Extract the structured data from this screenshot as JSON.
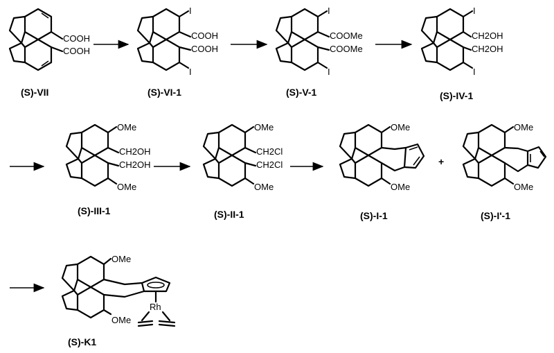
{
  "compounds": [
    {
      "label": "(S)-VII",
      "top": "COOH",
      "bottom": "COOH",
      "substituent": ""
    },
    {
      "label": "(S)-VI-1",
      "top": "COOH",
      "bottom": "COOH",
      "substituent": "I"
    },
    {
      "label": "(S)-V-1",
      "top": "COOMe",
      "bottom": "COOMe",
      "substituent": "I"
    },
    {
      "label": "(S)-IV-1",
      "top": "CH2OH",
      "bottom": "CH2OH",
      "substituent": "I"
    },
    {
      "label": "(S)-III-1",
      "top": "CH2OH",
      "bottom": "CH2OH",
      "substituent": "OMe"
    },
    {
      "label": "(S)-II-1",
      "top": "CH2Cl",
      "bottom": "CH2Cl",
      "substituent": "OMe"
    },
    {
      "label": "(S)-I-1",
      "top": "",
      "bottom": "",
      "substituent": "OMe"
    },
    {
      "label": "(S)-I'-1",
      "top": "",
      "bottom": "",
      "substituent": "OMe"
    },
    {
      "label": "(S)-K1",
      "top": "",
      "bottom": "",
      "substituent": "OMe",
      "metal": "Rh"
    }
  ],
  "plus_sign": "+",
  "colors": {
    "ink": "#000000",
    "background": "#ffffff"
  }
}
